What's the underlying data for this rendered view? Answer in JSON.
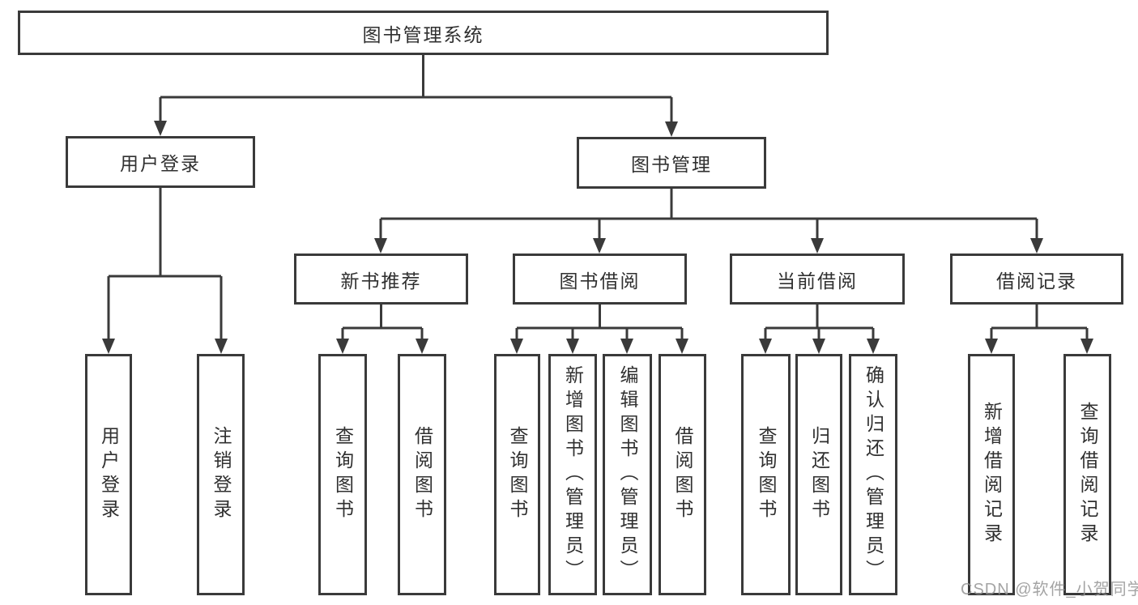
{
  "diagram": {
    "type": "hierarchy-tree",
    "title": "图书管理系统",
    "colors": {
      "background": "#ffffff",
      "box_fill": "#ffffff",
      "box_border": "#3a3a3a",
      "connector_line": "#3a3a3a",
      "text": "#303030",
      "watermark_text": "#949494"
    },
    "nodes": {
      "root": {
        "label": "图书管理系统"
      },
      "level2": [
        {
          "label": "用户登录",
          "parent": "图书管理系统"
        },
        {
          "label": "图书管理",
          "parent": "图书管理系统"
        }
      ],
      "level3": [
        {
          "label": "新书推荐",
          "parent": "图书管理"
        },
        {
          "label": "图书借阅",
          "parent": "图书管理"
        },
        {
          "label": "当前借阅",
          "parent": "图书管理"
        },
        {
          "label": "借阅记录",
          "parent": "图书管理"
        }
      ],
      "leaves": [
        {
          "label": "用户登录",
          "parent": "用户登录"
        },
        {
          "label": "注销登录",
          "parent": "用户登录"
        },
        {
          "label": "查询图书",
          "parent": "新书推荐"
        },
        {
          "label": "借阅图书",
          "parent": "新书推荐"
        },
        {
          "label": "查询图书",
          "parent": "图书借阅"
        },
        {
          "label": "新增图书（管理员）",
          "parent": "图书借阅"
        },
        {
          "label": "编辑图书（管理员）",
          "parent": "图书借阅"
        },
        {
          "label": "借阅图书",
          "parent": "图书借阅"
        },
        {
          "label": "查询图书",
          "parent": "当前借阅"
        },
        {
          "label": "归还图书",
          "parent": "当前借阅"
        },
        {
          "label": "确认归还（管理员）",
          "parent": "当前借阅"
        },
        {
          "label": "新增借阅记录",
          "parent": "借阅记录"
        },
        {
          "label": "查询借阅记录",
          "parent": "借阅记录"
        }
      ]
    },
    "watermark": "CSDN @软件_小贺同学"
  }
}
